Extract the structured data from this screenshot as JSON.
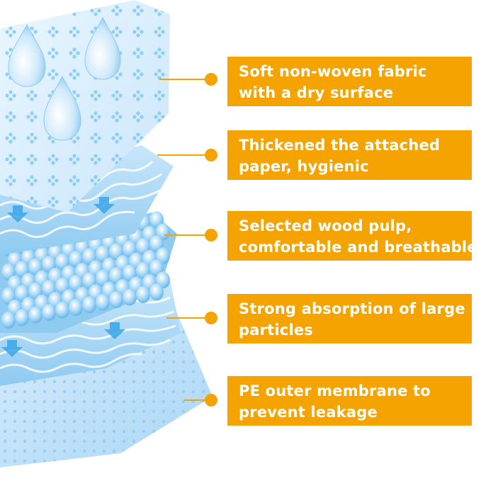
{
  "colors": {
    "accent": "#f5a300",
    "layer_light": "#dcefff",
    "layer_mid": "#9fd2f5",
    "layer_dark": "#5fb5ea",
    "pattern": "#6cc0f2"
  },
  "icons": [
    "water-drop-icon",
    "down-arrow-icon"
  ],
  "features": [
    {
      "line1": "Soft non-woven fabric",
      "line2": "with a dry surface"
    },
    {
      "line1": "Thickened the attached",
      "line2": "paper, hygienic"
    },
    {
      "line1": "Selected wood pulp,",
      "line2": "comfortable and breathable"
    },
    {
      "line1": "Strong absorption of large",
      "line2": "particles"
    },
    {
      "line1": "PE outer membrane to",
      "line2": "prevent leakage"
    }
  ]
}
